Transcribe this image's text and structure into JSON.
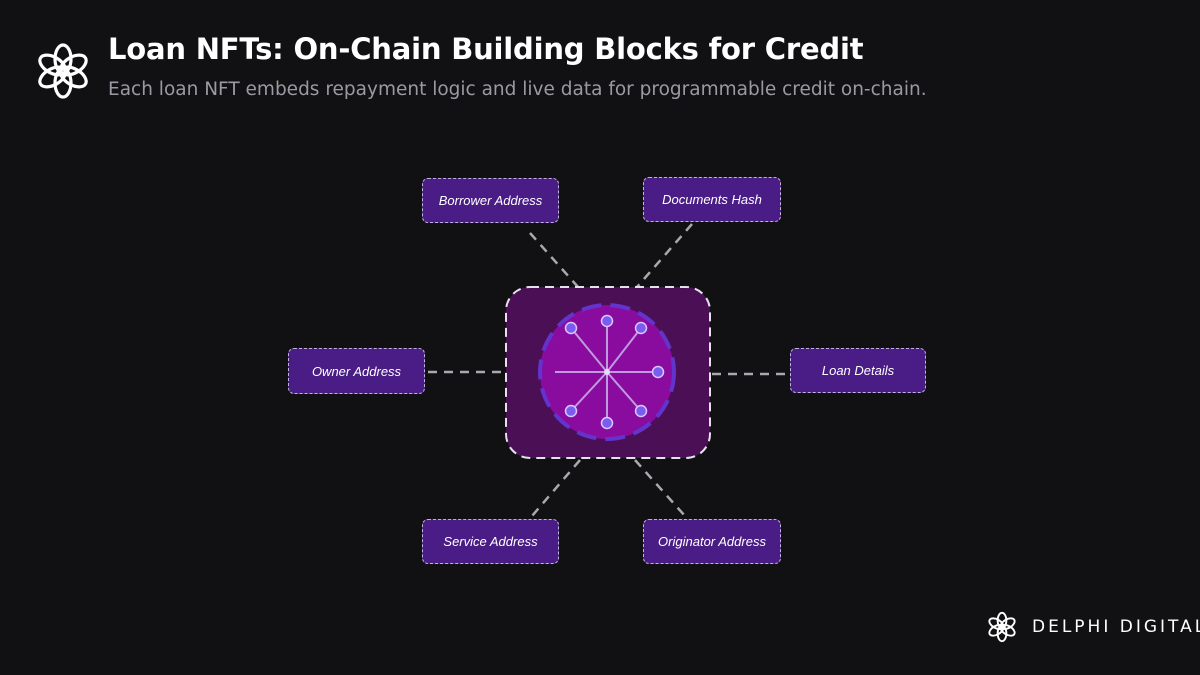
{
  "header": {
    "title": "Loan NFTs: On-Chain Building Blocks for Credit",
    "subtitle": "Each loan NFT embeds repayment logic and live data for programmable credit on-chain."
  },
  "diagram": {
    "center_label": "",
    "nodes": {
      "borrower": "Borrower Address",
      "documents": "Documents Hash",
      "owner": "Owner Address",
      "loan": "Loan Details",
      "service": "Service Address",
      "originator": "Originator Address"
    }
  },
  "footer": {
    "brand": "DELPHI DIGITAL"
  },
  "colors": {
    "background": "#111113",
    "node_fill": "#4a1d86",
    "center_box": "#4b0f56",
    "center_circle": "#8a0c9e",
    "connector": "#a8a8ad"
  }
}
